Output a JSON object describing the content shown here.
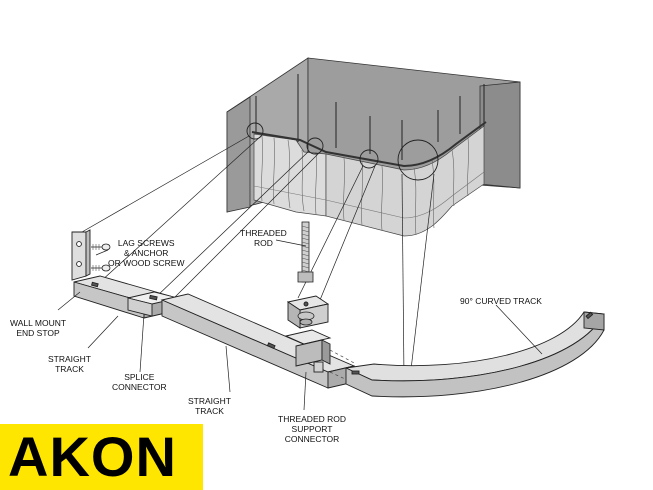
{
  "labels": {
    "lag_screws": [
      "LAG SCREWS",
      "& ANCHOR",
      "OR WOOD SCREW"
    ],
    "threaded_rod": [
      "THREADED",
      "ROD"
    ],
    "curved_track": [
      "90° CURVED TRACK"
    ],
    "wall_mount": [
      "WALL MOUNT",
      "END STOP"
    ],
    "straight_track_1": [
      "STRAIGHT",
      "TRACK"
    ],
    "splice_connector": [
      "SPLICE",
      "CONNECTOR"
    ],
    "straight_track_2": [
      "STRAIGHT",
      "TRACK"
    ],
    "support_connector": [
      "THREADED ROD",
      "SUPPORT",
      "CONNECTOR"
    ]
  },
  "brand": {
    "name": "AKON",
    "background": "#ffe600",
    "text_color": "#000000"
  },
  "colors": {
    "wall": "#a9a9a9",
    "wall_dark": "#8c8c8c",
    "curtain": "#d8d8d8",
    "track": "#cfcfcf",
    "line": "#222222"
  }
}
